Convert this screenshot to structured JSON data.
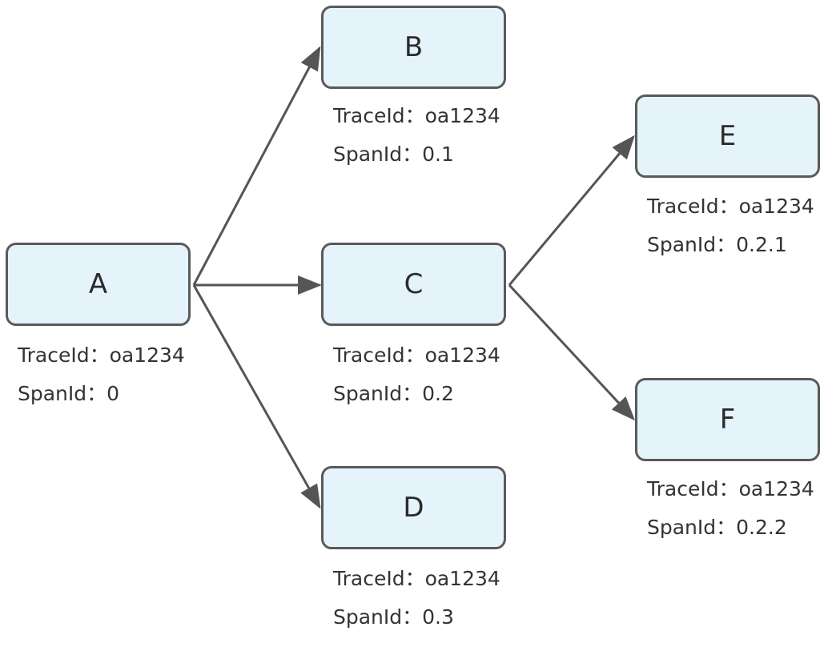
{
  "colors": {
    "node_fill": "#e5f3fb",
    "node_border": "#5a5a5a",
    "edge": "#555555",
    "text": "#333333"
  },
  "nodes": {
    "A": {
      "label": "A",
      "trace": "TraceId：oa1234",
      "span": "SpanId：0"
    },
    "B": {
      "label": "B",
      "trace": "TraceId：oa1234",
      "span": "SpanId：0.1"
    },
    "C": {
      "label": "C",
      "trace": "TraceId：oa1234",
      "span": "SpanId：0.2"
    },
    "D": {
      "label": "D",
      "trace": "TraceId：oa1234",
      "span": "SpanId：0.3"
    },
    "E": {
      "label": "E",
      "trace": "TraceId：oa1234",
      "span": "SpanId：0.2.1"
    },
    "F": {
      "label": "F",
      "trace": "TraceId：oa1234",
      "span": "SpanId：0.2.2"
    }
  },
  "edges": [
    {
      "from": "A",
      "to": "B"
    },
    {
      "from": "A",
      "to": "C"
    },
    {
      "from": "A",
      "to": "D"
    },
    {
      "from": "C",
      "to": "E"
    },
    {
      "from": "C",
      "to": "F"
    }
  ]
}
